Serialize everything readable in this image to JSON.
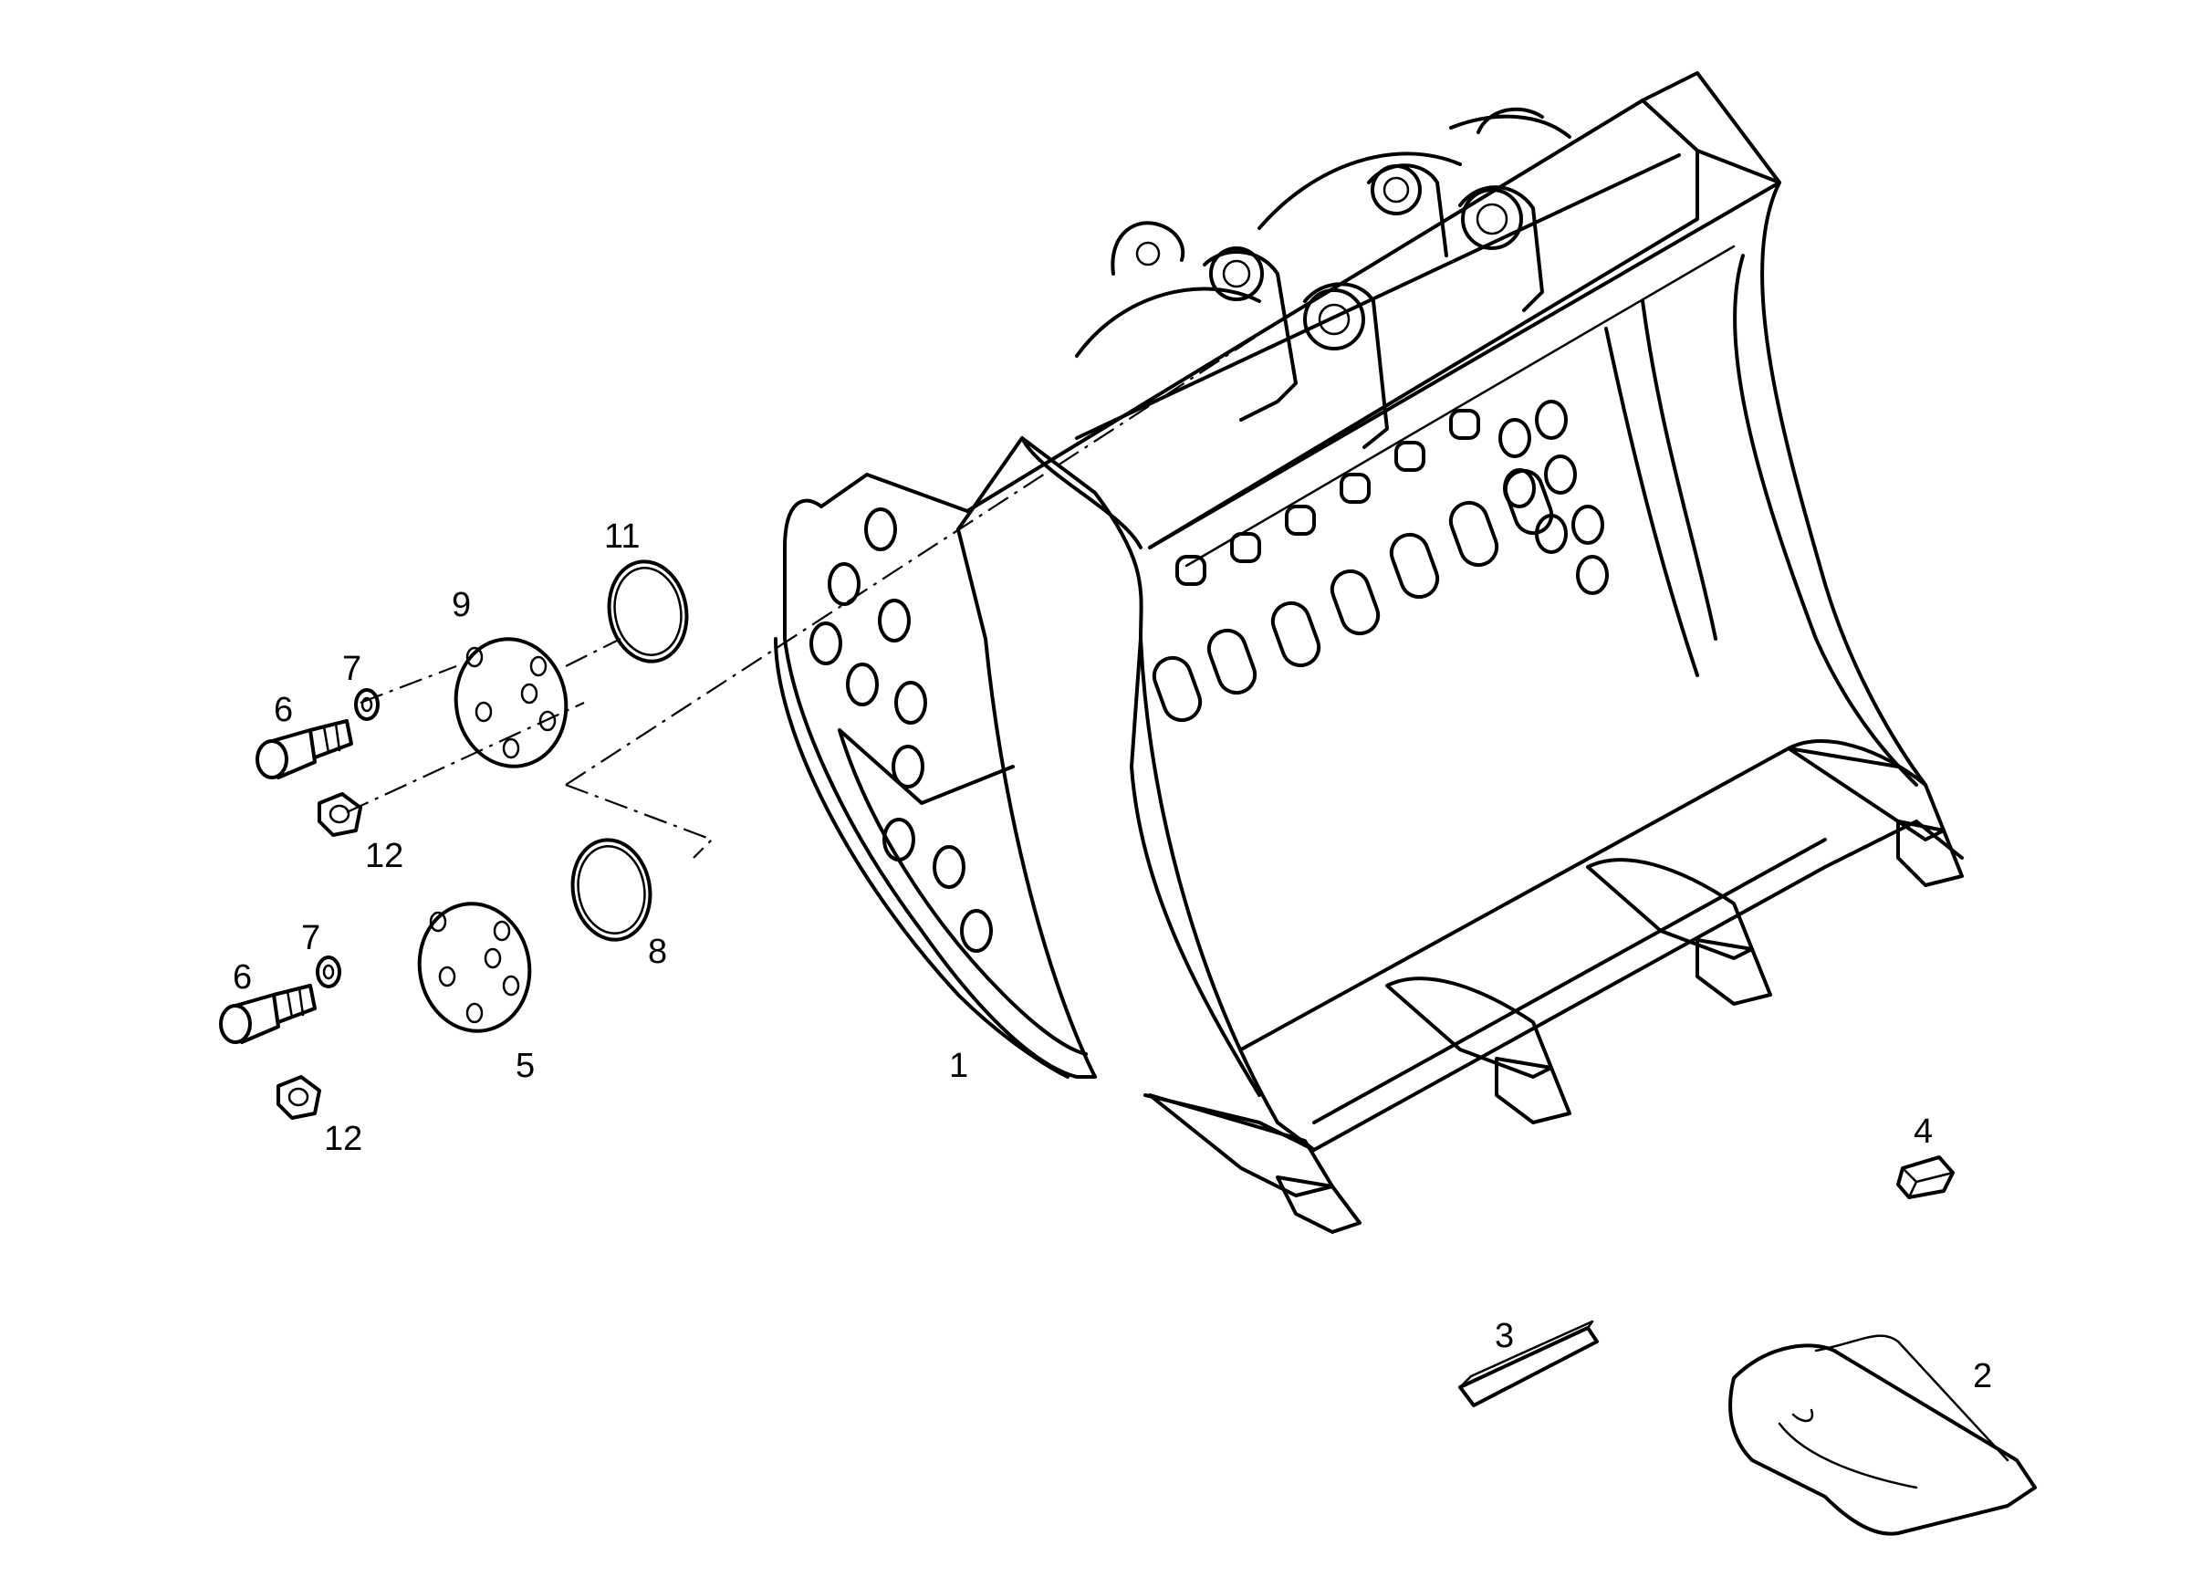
{
  "callouts": {
    "bucket": "1",
    "tooth": "2",
    "wear_strip": "3",
    "retainer": "4",
    "cover_plate_lower": "5",
    "bolt_upper": "6",
    "bolt_lower": "6",
    "washer_upper": "7",
    "washer_lower": "7",
    "o_ring_lower": "8",
    "cover_plate_upper": "9",
    "o_ring_upper": "11",
    "plug_upper": "12",
    "plug_lower": "12"
  }
}
